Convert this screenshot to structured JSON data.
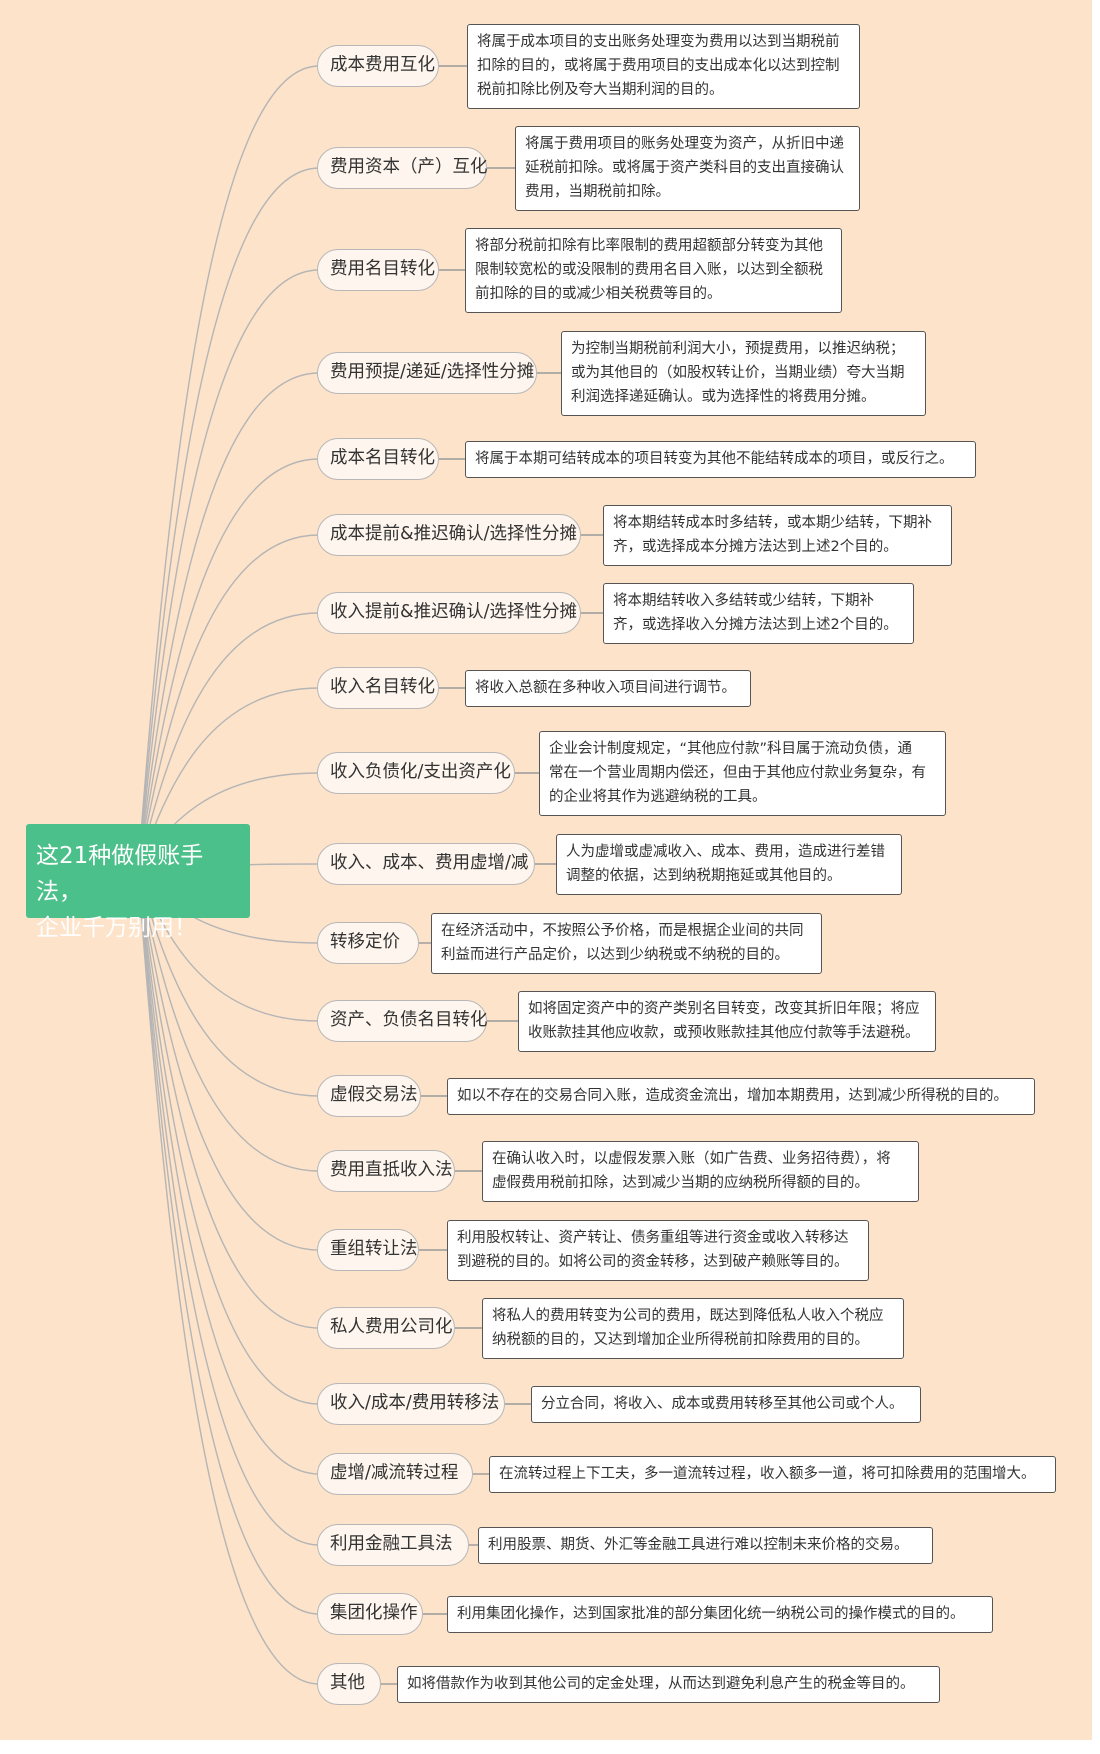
{
  "title_lines": [
    "这21种做假账手法，",
    "企业千万别用！"
  ],
  "colors": {
    "background": "#fde3c9",
    "root": "#4cc08a",
    "branch_fill": "#fef6ee",
    "line": "#b5b5b5"
  },
  "branches": [
    {
      "label": "成本费用互化",
      "desc": [
        "将属于成本项目的支出账务处理变为费用以达到当期税前",
        "扣除的目的，或将属于费用项目的支出成本化以达到控制",
        "税前扣除比例及夸大当期利润的目的。"
      ]
    },
    {
      "label": "费用资本（产）互化",
      "desc": [
        "将属于费用项目的账务处理变为资产，从折旧中递",
        "延税前扣除。或将属于资产类科目的支出直接确认",
        "费用，当期税前扣除。"
      ]
    },
    {
      "label": "费用名目转化",
      "desc": [
        "将部分税前扣除有比率限制的费用超额部分转变为其他",
        "限制较宽松的或没限制的费用名目入账，以达到全额税",
        "前扣除的目的或减少相关税费等目的。"
      ]
    },
    {
      "label": "费用预提/递延/选择性分摊",
      "desc": [
        "为控制当期税前利润大小，预提费用，以推迟纳税；",
        "或为其他目的（如股权转让价，当期业绩）夸大当期",
        "利润选择递延确认。或为选择性的将费用分摊。"
      ]
    },
    {
      "label": "成本名目转化",
      "desc": [
        "将属于本期可结转成本的项目转变为其他不能结转成本的项目，或反行之。"
      ]
    },
    {
      "label": "成本提前&推迟确认/选择性分摊",
      "desc": [
        "将本期结转成本时多结转，或本期少结转，下期补",
        "齐，或选择成本分摊方法达到上述2个目的。"
      ]
    },
    {
      "label": "收入提前&推迟确认/选择性分摊",
      "desc": [
        "将本期结转收入多结转或少结转，下期补",
        "齐，或选择收入分摊方法达到上述2个目的。"
      ]
    },
    {
      "label": "收入名目转化",
      "desc": [
        "将收入总额在多种收入项目间进行调节。"
      ]
    },
    {
      "label": "收入负债化/支出资产化",
      "desc": [
        "企业会计制度规定，“其他应付款”科目属于流动负债，通",
        "常在一个营业周期内偿还，但由于其他应付款业务复杂，有",
        "的企业将其作为逃避纳税的工具。"
      ]
    },
    {
      "label": "收入、成本、费用虚增/减",
      "desc": [
        "人为虚增或虚减收入、成本、费用，造成进行差错",
        "调整的依据，达到纳税期拖延或其他目的。"
      ]
    },
    {
      "label": "转移定价",
      "desc": [
        "在经济活动中，不按照公予价格，而是根据企业间的共同",
        "利益而进行产品定价，以达到少纳税或不纳税的目的。"
      ]
    },
    {
      "label": "资产、负债名目转化",
      "desc": [
        "如将固定资产中的资产类别名目转变，改变其折旧年限；将应",
        "收账款挂其他应收款，或预收账款挂其他应付款等手法避税。"
      ]
    },
    {
      "label": "虚假交易法",
      "desc": [
        "如以不存在的交易合同入账，造成资金流出，增加本期费用，达到减少所得税的目的。"
      ]
    },
    {
      "label": "费用直抵收入法",
      "desc": [
        "在确认收入时，以虚假发票入账（如广告费、业务招待费），将",
        "虚假费用税前扣除，达到减少当期的应纳税所得额的目的。"
      ]
    },
    {
      "label": "重组转让法",
      "desc": [
        "利用股权转让、资产转让、债务重组等进行资金或收入转移达",
        "到避税的目的。如将公司的资金转移，达到破产赖账等目的。"
      ]
    },
    {
      "label": "私人费用公司化",
      "desc": [
        "将私人的费用转变为公司的费用，既达到降低私人收入个税应",
        "纳税额的目的，又达到增加企业所得税前扣除费用的目的。"
      ]
    },
    {
      "label": "收入/成本/费用转移法",
      "desc": [
        "分立合同，将收入、成本或费用转移至其他公司或个人。"
      ]
    },
    {
      "label": "虚增/减流转过程",
      "desc": [
        "在流转过程上下工夫，多一道流转过程，收入额多一道，将可扣除费用的范围增大。"
      ]
    },
    {
      "label": "利用金融工具法",
      "desc": [
        "利用股票、期货、外汇等金融工具进行难以控制未来价格的交易。"
      ]
    },
    {
      "label": "集团化操作",
      "desc": [
        "利用集团化操作，达到国家批准的部分集团化统一纳税公司的操作模式的目的。"
      ]
    },
    {
      "label": "其他",
      "desc": [
        "如将借款作为收到其他公司的定金处理，从而达到避免利息产生的税金等目的。"
      ]
    }
  ]
}
